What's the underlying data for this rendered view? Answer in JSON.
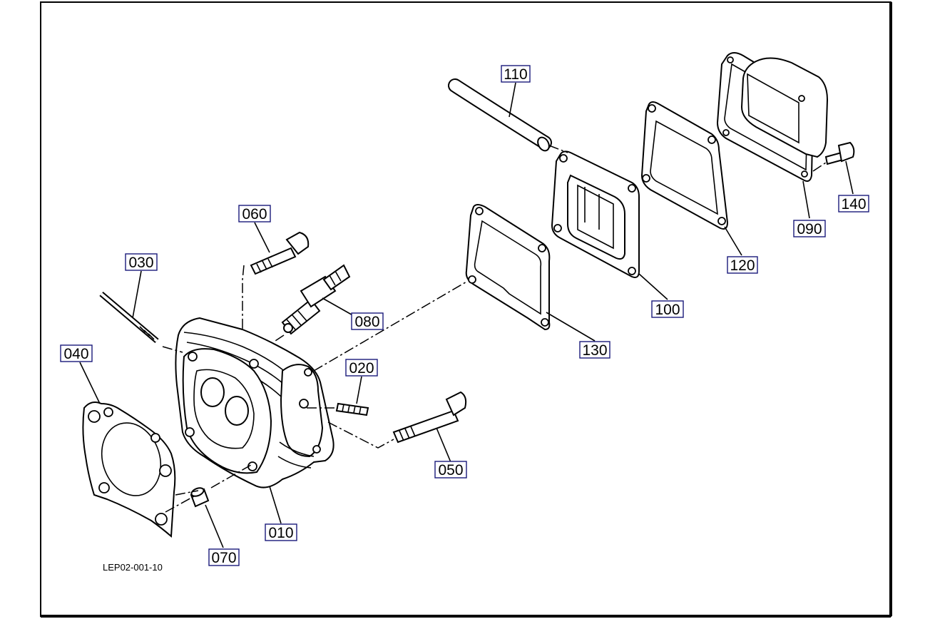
{
  "diagram": {
    "code": "LEP02-001-10",
    "label_color": "#1a1a7a",
    "parts": [
      {
        "id": "010"
      },
      {
        "id": "020"
      },
      {
        "id": "030"
      },
      {
        "id": "040"
      },
      {
        "id": "050"
      },
      {
        "id": "060"
      },
      {
        "id": "070"
      },
      {
        "id": "080"
      },
      {
        "id": "090"
      },
      {
        "id": "100"
      },
      {
        "id": "110"
      },
      {
        "id": "120"
      },
      {
        "id": "130"
      },
      {
        "id": "140"
      }
    ]
  }
}
